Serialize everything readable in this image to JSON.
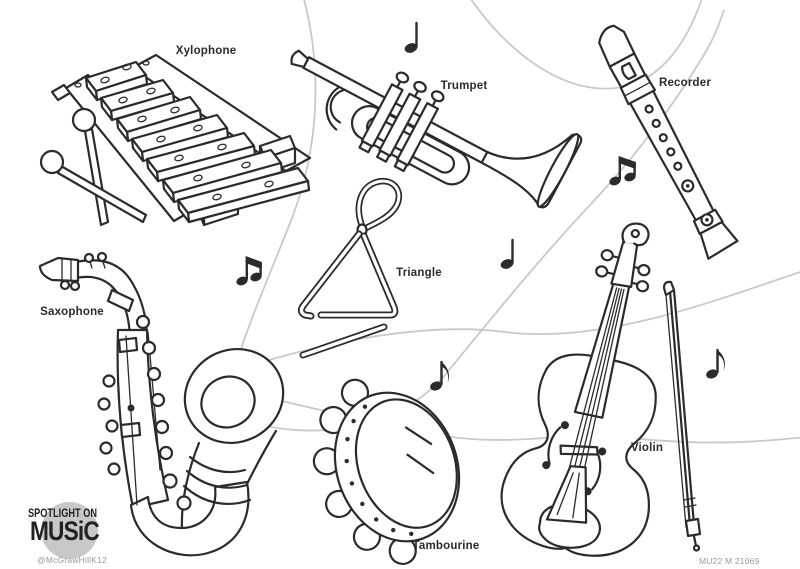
{
  "colors": {
    "ink_color": "#2b2b2b",
    "ribbon_color": "#c9c9c9",
    "muted_text_color": "#9a9a9a",
    "logo_circle_color": "#c8c8c8",
    "paper_color": "#ffffff"
  },
  "labels": {
    "xylophone": "Xylophone",
    "trumpet": "Trumpet",
    "recorder": "Recorder",
    "triangle": "Triangle",
    "saxophone": "Saxophone",
    "violin": "Violin",
    "tambourine": "Tambourine"
  },
  "logo": {
    "line1": "SPOTLIGHT ON",
    "line2": "MUSiC"
  },
  "footer": {
    "handle": "@McGrawHillK12",
    "code": "MU22 M 21069"
  },
  "icons": {
    "notes": [
      "quarter-note",
      "beamed-eighth-notes",
      "quarter-note",
      "beamed-eighth-notes",
      "eighth-note",
      "eighth-note"
    ]
  }
}
